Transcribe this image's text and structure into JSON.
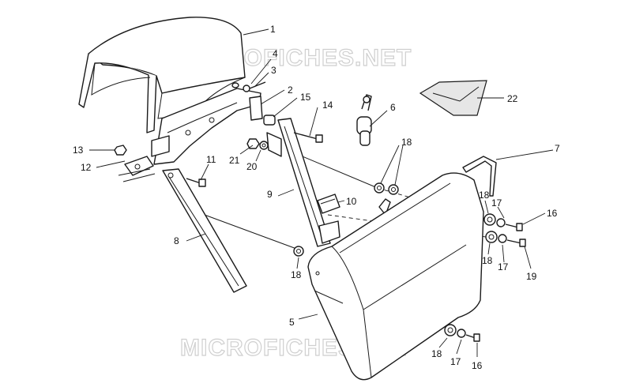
{
  "watermark": "MICROFICHES.NET",
  "callouts": {
    "c1": "1",
    "c2": "2",
    "c3": "3",
    "c4": "4",
    "c5": "5",
    "c6": "6",
    "c7": "7",
    "c8": "8",
    "c9": "9",
    "c10": "10",
    "c11": "11",
    "c12": "12",
    "c13": "13",
    "c14": "14",
    "c15": "15",
    "c16a": "16",
    "c16b": "16",
    "c17a": "17",
    "c17b": "17",
    "c17c": "17",
    "c18a": "18",
    "c18b": "18",
    "c18c": "18",
    "c18d": "18",
    "c18e": "18",
    "c19": "19",
    "c20": "20",
    "c21": "21",
    "c22": "22"
  },
  "colors": {
    "line": "#1a1a1a",
    "watermark": "#cfcfcf",
    "background": "#ffffff"
  }
}
